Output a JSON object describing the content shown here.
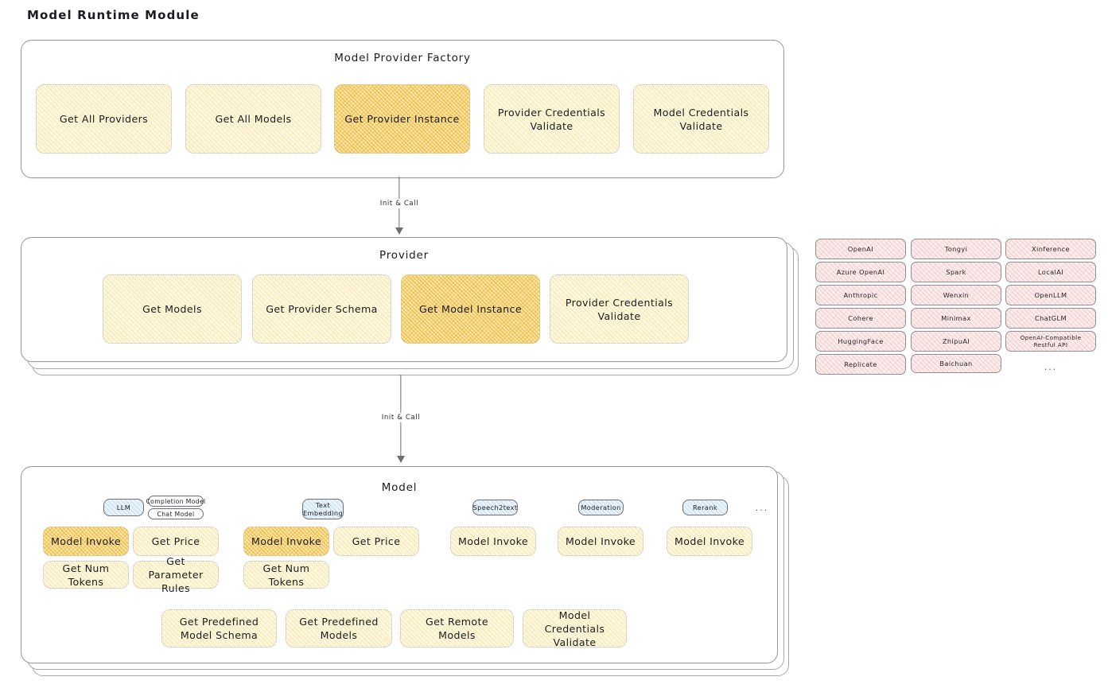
{
  "page": {
    "title": "Model Runtime Module"
  },
  "sections": {
    "factory": {
      "title": "Model Provider Factory"
    },
    "provider": {
      "title": "Provider"
    },
    "model": {
      "title": "Model"
    }
  },
  "factory_nodes": [
    {
      "label": "Get All Providers",
      "highlighted": false
    },
    {
      "label": "Get All Models",
      "highlighted": false
    },
    {
      "label": "Get Provider Instance",
      "highlighted": true
    },
    {
      "label": "Provider Credentials Validate",
      "highlighted": false
    },
    {
      "label": "Model Credentials Validate",
      "highlighted": false
    }
  ],
  "provider_nodes": [
    {
      "label": "Get Models",
      "highlighted": false
    },
    {
      "label": "Get Provider Schema",
      "highlighted": false
    },
    {
      "label": "Get Model Instance",
      "highlighted": true
    },
    {
      "label": "Provider Credentials Validate",
      "highlighted": false
    }
  ],
  "arrows": [
    {
      "label": "Init & Call"
    },
    {
      "label": "Init & Call"
    }
  ],
  "providers": {
    "column1": [
      "OpenAI",
      "Azure OpenAI",
      "Anthropic",
      "Cohere",
      "HuggingFace",
      "Replicate"
    ],
    "column2": [
      "Tongyi",
      "Spark",
      "Wenxin",
      "Minimax",
      "ZhipuAI",
      "Baichuan"
    ],
    "column3": [
      "Xinference",
      "LocalAI",
      "OpenLLM",
      "ChatGLM",
      "OpenAI-Compatible Restful API"
    ],
    "more": "..."
  },
  "model_types": [
    {
      "name": "LLM",
      "sub": [
        "Completion Model",
        "Chat Model"
      ]
    },
    {
      "name": "Text Embedding",
      "sub": []
    },
    {
      "name": "Speech2text",
      "sub": []
    },
    {
      "name": "Moderation",
      "sub": []
    },
    {
      "name": "Rerank",
      "sub": []
    }
  ],
  "model_types_more": "...",
  "model_groups": [
    {
      "type": "LLM",
      "nodes": [
        {
          "label": "Model Invoke",
          "highlighted": true
        },
        {
          "label": "Get Price",
          "highlighted": false
        },
        {
          "label": "Get Num Tokens",
          "highlighted": false
        },
        {
          "label": "Get Parameter Rules",
          "highlighted": false
        }
      ]
    },
    {
      "type": "Text Embedding",
      "nodes": [
        {
          "label": "Model Invoke",
          "highlighted": true
        },
        {
          "label": "Get Price",
          "highlighted": false
        },
        {
          "label": "Get Num Tokens",
          "highlighted": false
        }
      ]
    },
    {
      "type": "Speech2text",
      "nodes": [
        {
          "label": "Model Invoke",
          "highlighted": false
        }
      ]
    },
    {
      "type": "Moderation",
      "nodes": [
        {
          "label": "Model Invoke",
          "highlighted": false
        }
      ]
    },
    {
      "type": "Rerank",
      "nodes": [
        {
          "label": "Model Invoke",
          "highlighted": false
        }
      ]
    }
  ],
  "model_common_nodes": [
    {
      "label": "Get Predefined Model Schema"
    },
    {
      "label": "Get Predefined Models"
    },
    {
      "label": "Get Remote Models"
    },
    {
      "label": "Model Credentials Validate"
    }
  ],
  "colors": {
    "node_fill": "#fdf8e4",
    "node_highlight_fill": "#fbe6b0",
    "provider_chip_fill": "#fdeeee",
    "model_type_chip_fill": "#e9f3fb",
    "border": "#9a9a9e",
    "text": "#1b1c1f"
  }
}
